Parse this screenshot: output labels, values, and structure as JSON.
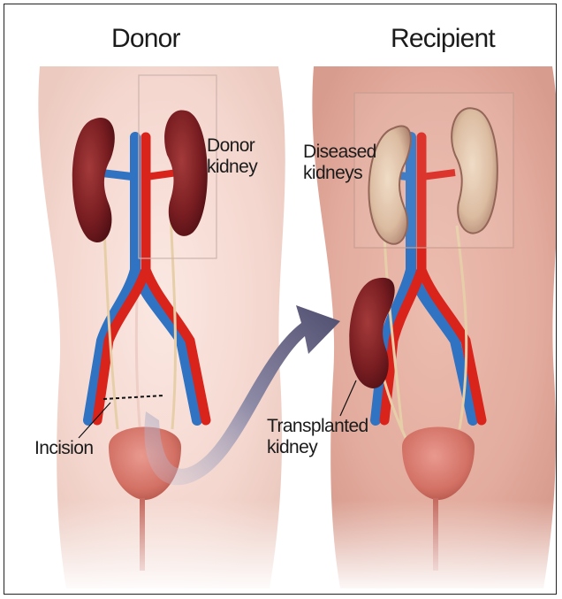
{
  "panels": {
    "left": {
      "title": "Donor"
    },
    "right": {
      "title": "Recipient"
    }
  },
  "labels": {
    "donor_kidney": [
      "Donor",
      "kidney"
    ],
    "diseased_kidneys": [
      "Diseased",
      "kidneys"
    ],
    "transplanted_kidney": [
      "Transplanted",
      "kidney"
    ],
    "incision": "Incision"
  },
  "colors": {
    "donor_skin": "#f6e2dc",
    "recipient_skin": "#e7b5a8",
    "artery": "#d9241c",
    "vein": "#2f73c2",
    "kidney": "#7d1e22",
    "arrow": "#5b5a78"
  }
}
